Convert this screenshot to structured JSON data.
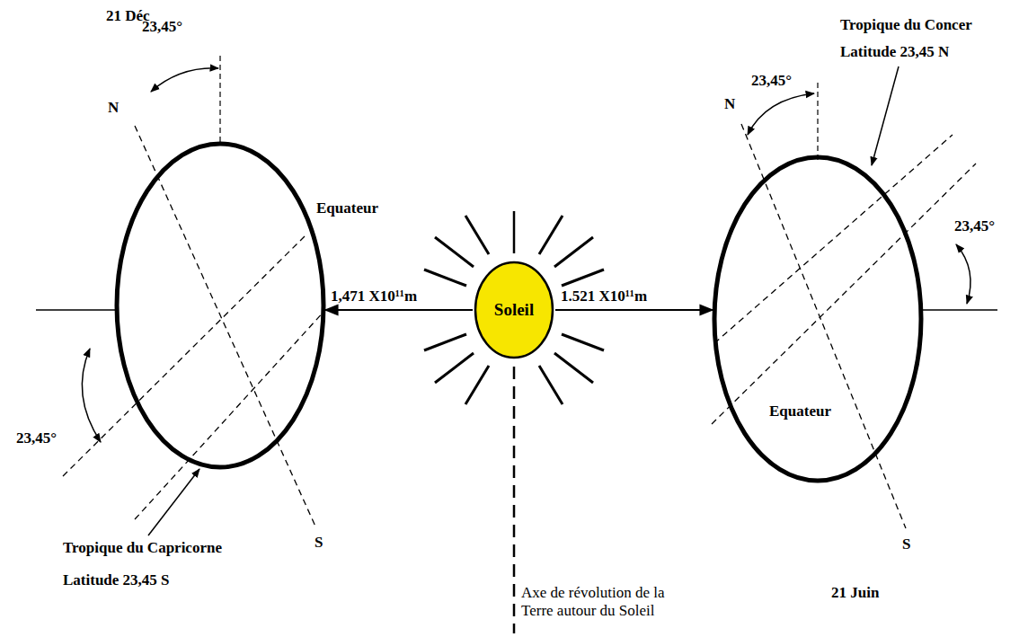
{
  "diagram": {
    "nodes": [
      {
        "text": [
          "Soleil"
        ]
      }
    ],
    "labels": [
      "21 Déc",
      "23,45°",
      "N",
      "Equateur",
      "1,471 X10¹¹m",
      "23,45°",
      "Tropique du Capricorne",
      "Latitude 23,45 S",
      "S",
      "Axe de révolution de la Terre autour du Soleil",
      "1.521 X10¹¹m",
      "23,45°",
      "N",
      "Tropique du Concer",
      "Latitude 23,45 N",
      "23,45°",
      "Equateur",
      "S",
      "21 Juin"
    ]
  }
}
